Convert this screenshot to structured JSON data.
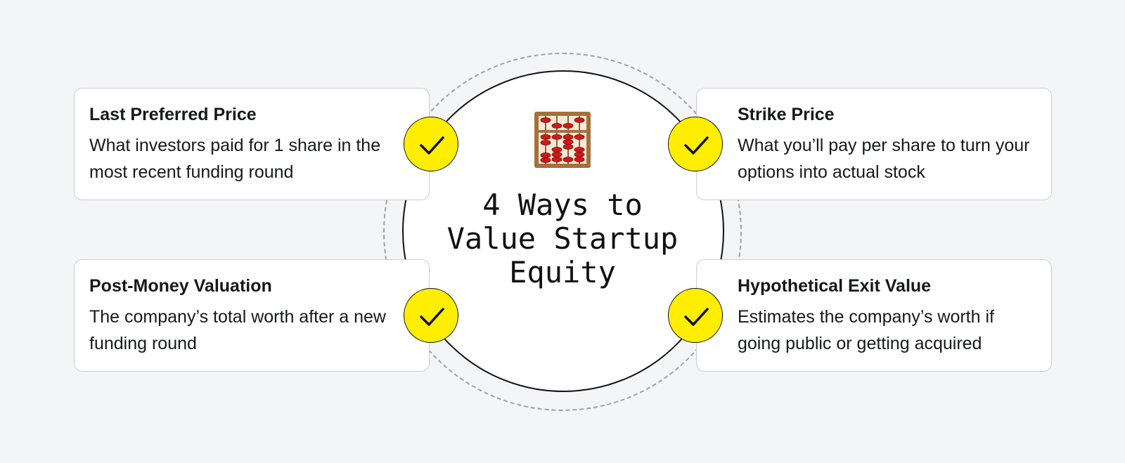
{
  "center": {
    "icon": "abacus-icon",
    "title": "4 Ways to\nValue Startup\nEquity"
  },
  "cards": [
    {
      "title": "Last Preferred Price",
      "description": "What investors paid for 1 share in the most recent funding round"
    },
    {
      "title": "Strike Price",
      "description": "What you’ll pay per share to turn your options into actual stock"
    },
    {
      "title": "Post-Money Valuation",
      "description": "The company’s total worth after a new funding round"
    },
    {
      "title": "Hypothetical Exit Value",
      "description": "Estimates the company’s worth if going public or getting acquired"
    }
  ],
  "badges": {
    "icon": "checkmark-icon",
    "color": "#ffee00"
  },
  "colors": {
    "background": "#f4f5f7",
    "card_border": "#c9ccd3",
    "dashed_ring": "#9ea3aa",
    "text": "#16181c"
  }
}
